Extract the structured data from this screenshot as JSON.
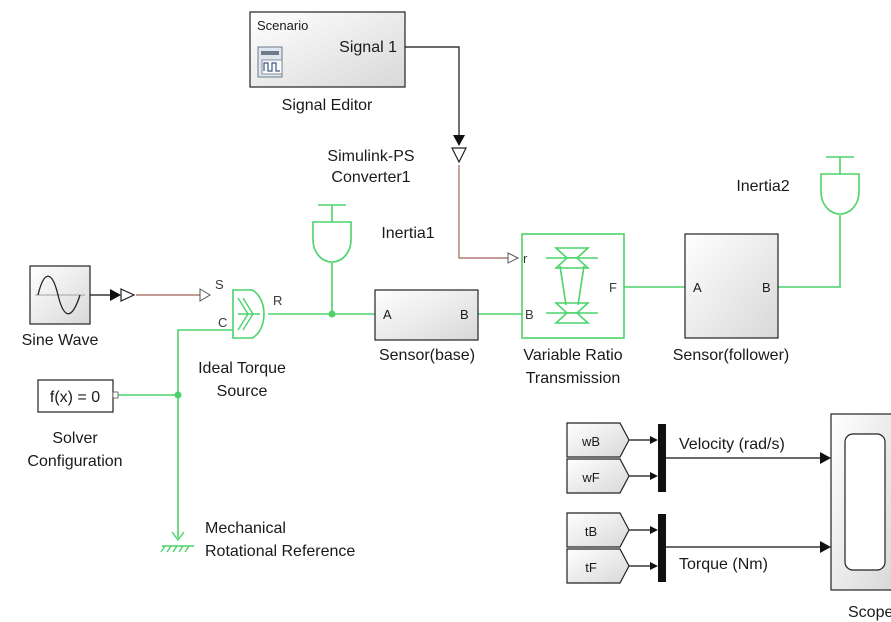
{
  "blocks": {
    "signal_editor": {
      "scenario": "Scenario",
      "port": "Signal 1",
      "label": "Signal Editor"
    },
    "ps_converter": {
      "label_line1": "Simulink-PS",
      "label_line2": "Converter1"
    },
    "inertia1": {
      "label": "Inertia1"
    },
    "inertia2": {
      "label": "Inertia2"
    },
    "sine_wave": {
      "label": "Sine Wave"
    },
    "ideal_torque": {
      "port_s": "S",
      "port_c": "C",
      "port_r": "R",
      "label_line1": "Ideal Torque",
      "label_line2": "Source"
    },
    "sensor_base": {
      "port_a": "A",
      "port_b": "B",
      "label": "Sensor(base)"
    },
    "variable_ratio": {
      "port_r": "r",
      "port_b": "B",
      "port_f": "F",
      "label_line1": "Variable Ratio",
      "label_line2": "Transmission"
    },
    "sensor_follower": {
      "port_a": "A",
      "port_b": "B",
      "label": "Sensor(follower)"
    },
    "solver": {
      "text": "f(x) = 0",
      "label_line1": "Solver",
      "label_line2": "Configuration"
    },
    "mech_ref": {
      "label_line1": "Mechanical",
      "label_line2": "Rotational Reference"
    },
    "goto_tags": [
      "wB",
      "wF",
      "tB",
      "tF"
    ],
    "signals": {
      "velocity": "Velocity (rad/s)",
      "torque": "Torque (Nm)"
    },
    "scope": {
      "label": "Scope"
    }
  },
  "colors": {
    "physical_line": "#4cd36a",
    "signal_line": "#111111",
    "ps_line": "#b07a72",
    "block_border": "#222222"
  }
}
